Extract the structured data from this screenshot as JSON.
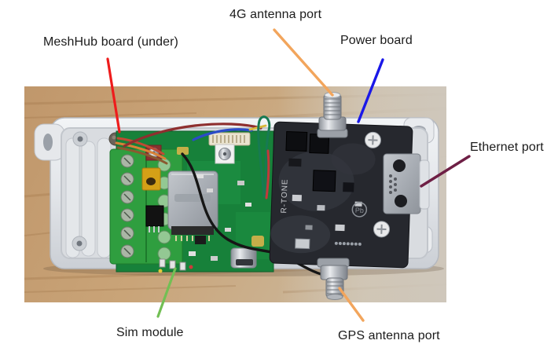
{
  "annotations": [
    {
      "id": "meshhub",
      "label": "MeshHub board (under)",
      "color": "#ee1c1c"
    },
    {
      "id": "antenna4g",
      "label": "4G antenna port",
      "color": "#f2a55c"
    },
    {
      "id": "power",
      "label": "Power board",
      "color": "#1a18e8"
    },
    {
      "id": "ethernet",
      "label": "Ethernet port",
      "color": "#6e1f45"
    },
    {
      "id": "sim",
      "label": "Sim module",
      "color": "#72bf54"
    },
    {
      "id": "gps",
      "label": "GPS antenna port",
      "color": "#f2a55c"
    }
  ],
  "photo": {
    "board_markings": {
      "power_board_brand": "R-TONE",
      "lead_free_mark": "Pb"
    }
  },
  "colors": {
    "page_background": "#ffffff",
    "label_text": "#1b1b1b"
  }
}
